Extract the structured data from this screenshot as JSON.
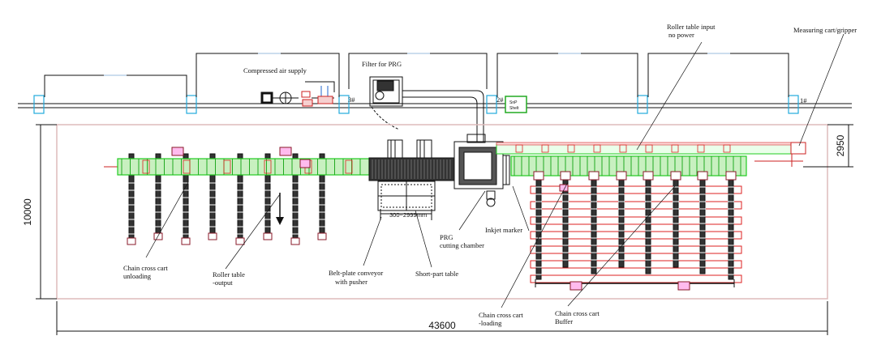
{
  "labels": {
    "compressed_air": "Compressed air supply",
    "filter_prg": "Filter for PRG",
    "roller_input_1": "Roller table input",
    "roller_input_2": "no power",
    "measuring_cart": "Measuring cart/gripper",
    "inkjet": "Inkjet marker",
    "prg_1": "PRG",
    "prg_2": "cutting chamber",
    "short_part": "Short-part table",
    "belt_1": "Belt-plate conveyor",
    "belt_2": "with pusher",
    "roller_out_1": "Roller table",
    "roller_out_2": "-output",
    "unload_1": "Chain cross cart",
    "unload_2": "unloading",
    "load_1": "Chain cross cart",
    "load_2": "-loading",
    "buffer_1": "Chain cross cart",
    "buffer_2": "Buffer",
    "range": "300~2999mm",
    "box_1": "SnP",
    "box_2": "Shelt"
  },
  "dimensions": {
    "width": "43600",
    "height": "10000",
    "side": "2950"
  },
  "markers": {
    "m3": "3#",
    "m2": "2#",
    "m1": "1#"
  },
  "colors": {
    "line": "#111111",
    "conveyor": "#22cc22",
    "buffer": "#dd2222",
    "equipment": "#8a1a2a",
    "cyan": "#22aadd",
    "accent": "#a52a2a"
  }
}
